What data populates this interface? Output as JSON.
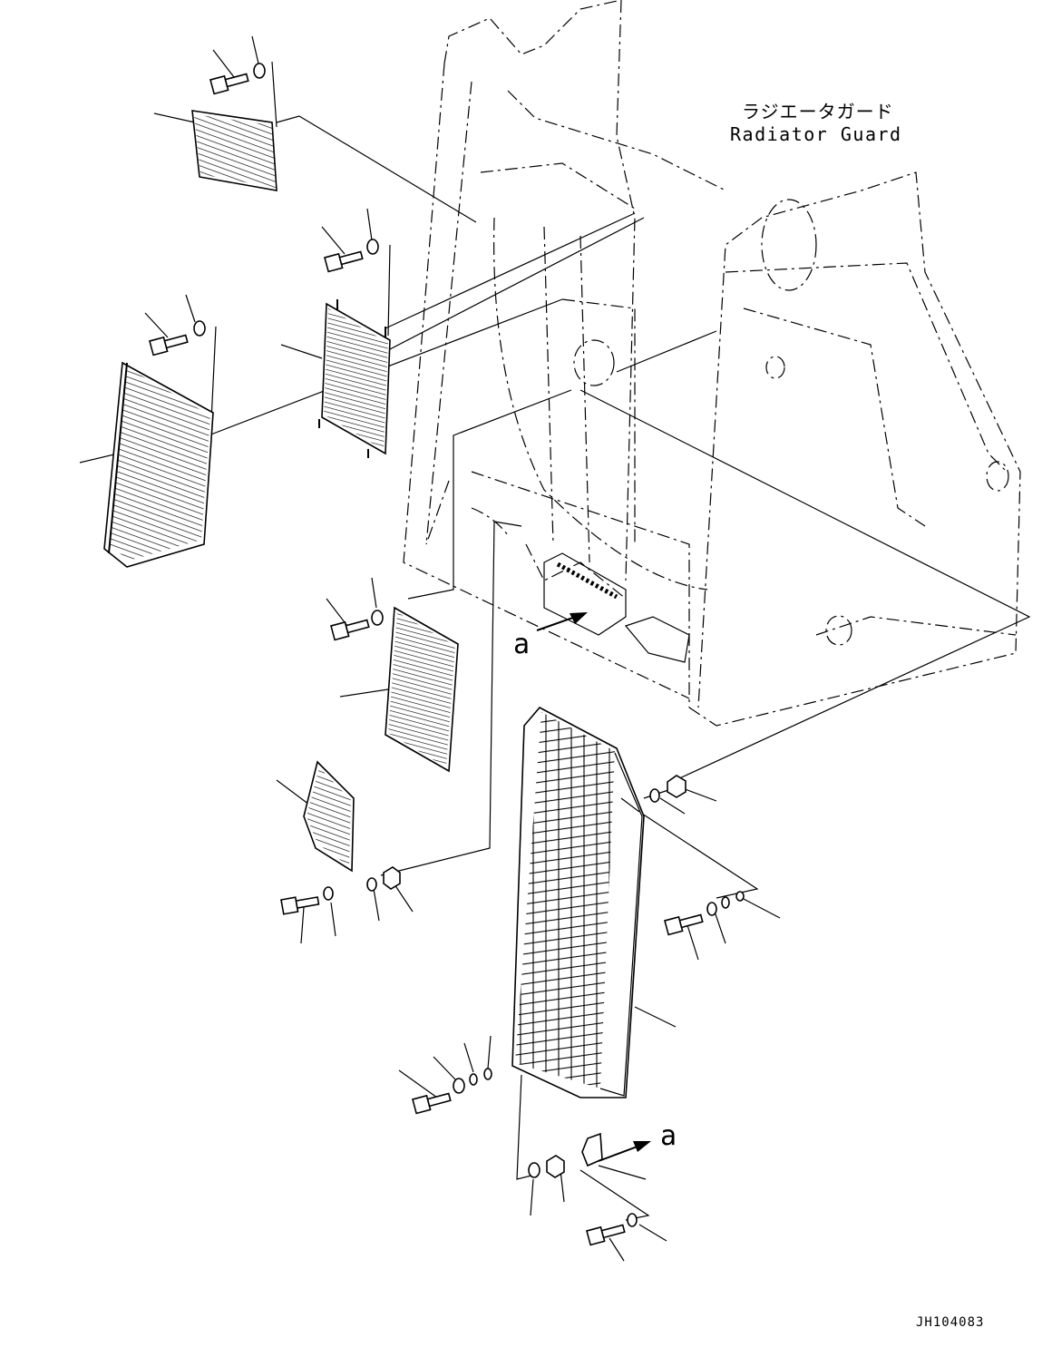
{
  "diagram": {
    "title_ja": "ラジエータガード",
    "title_en": "Radiator Guard",
    "drawing_id": "JH104083",
    "view_marker_upper": "a",
    "view_marker_lower": "a"
  },
  "icons": {
    "bolt": "bolt-icon",
    "washer": "washer-icon",
    "nut": "nut-icon",
    "grille": "grille-icon"
  }
}
